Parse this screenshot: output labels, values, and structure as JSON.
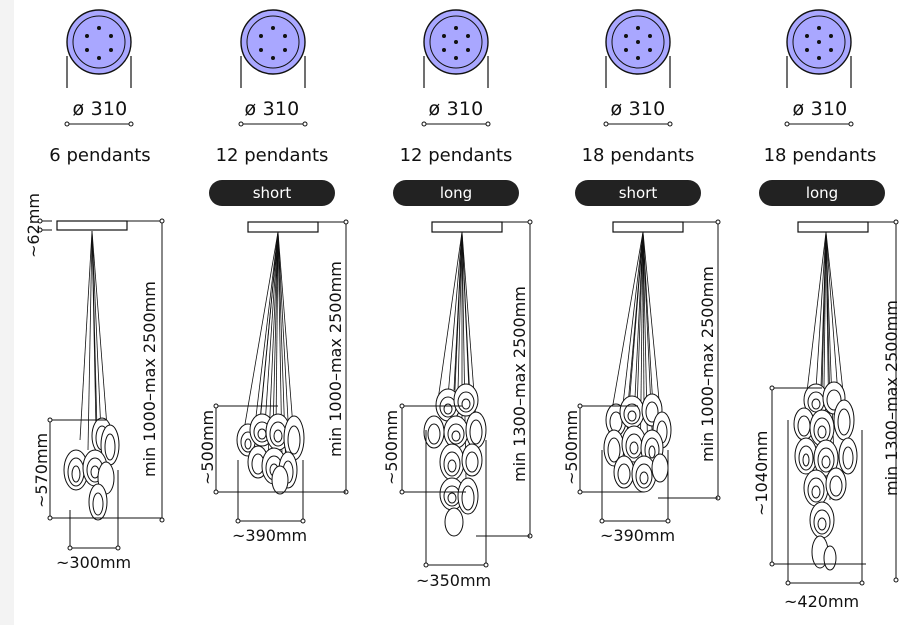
{
  "columns": [
    {
      "diameter": "ø 310",
      "count": "6 pendants",
      "variant": "",
      "canopy_height": "~62mm",
      "height_range": "min 1000–max 2500mm",
      "cluster_height": "~570mm",
      "cluster_width": "~300mm"
    },
    {
      "diameter": "ø 310",
      "count": "12 pendants",
      "variant": "short",
      "height_range": "min 1000–max 2500mm",
      "cluster_height": "~500mm",
      "cluster_width": "~390mm"
    },
    {
      "diameter": "ø 310",
      "count": "12 pendants",
      "variant": "long",
      "height_range": "min 1300–max 2500mm",
      "cluster_height": "~500mm",
      "cluster_width": "~350mm"
    },
    {
      "diameter": "ø 310",
      "count": "18 pendants",
      "variant": "short",
      "height_range": "min 1000–max 2500mm",
      "cluster_height": "~500mm",
      "cluster_width": "~390mm"
    },
    {
      "diameter": "ø 310",
      "count": "18 pendants",
      "variant": "long",
      "height_range": "min 1300–max 2500mm",
      "cluster_height": "~1040mm",
      "cluster_width": "~420mm"
    }
  ],
  "colors": {
    "canopy_fill": "#a9a7ff",
    "line": "#111111",
    "pill": "#222222"
  }
}
